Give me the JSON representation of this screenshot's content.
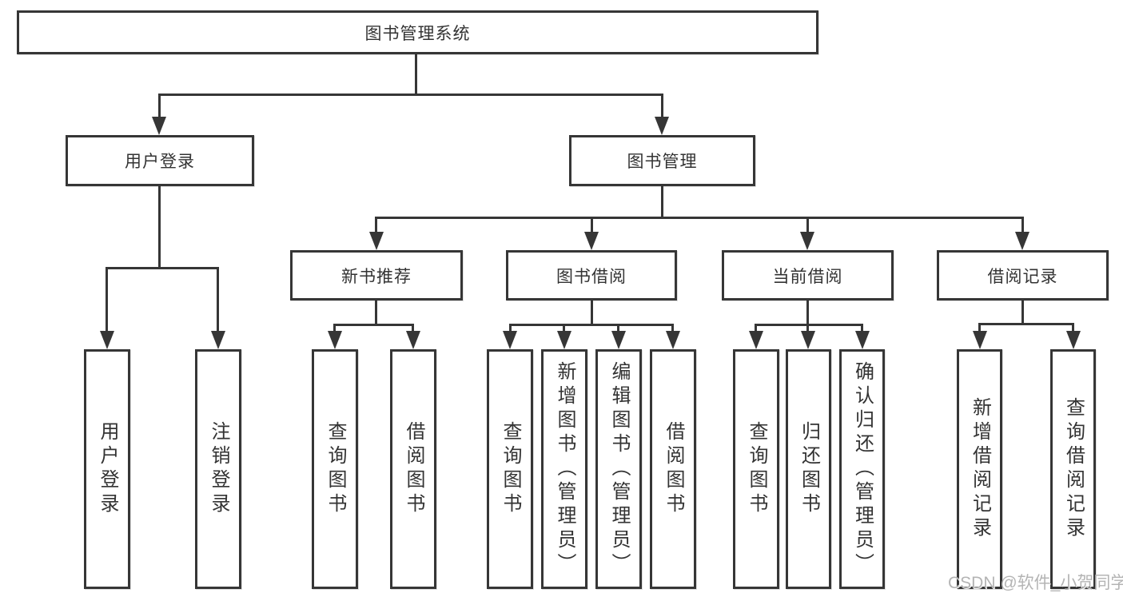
{
  "root": {
    "label": "图书管理系统"
  },
  "user": {
    "label": "用户登录",
    "children": [
      {
        "label": "用户登录"
      },
      {
        "label": "注销登录"
      }
    ]
  },
  "mgmt": {
    "label": "图书管理",
    "groups": [
      {
        "label": "新书推荐",
        "children": [
          {
            "label": "查询图书"
          },
          {
            "label": "借阅图书"
          }
        ]
      },
      {
        "label": "图书借阅",
        "children": [
          {
            "label": "查询图书"
          },
          {
            "label": "新增图书（管理员）"
          },
          {
            "label": "编辑图书（管理员）"
          },
          {
            "label": "借阅图书"
          }
        ]
      },
      {
        "label": "当前借阅",
        "children": [
          {
            "label": "查询图书"
          },
          {
            "label": "归还图书"
          },
          {
            "label": "确认归还（管理员）"
          }
        ]
      },
      {
        "label": "借阅记录",
        "children": [
          {
            "label": "新增借阅记录"
          },
          {
            "label": "查询借阅记录"
          }
        ]
      }
    ]
  },
  "watermark": "CSDN @软件_小贺同学",
  "colors": {
    "line": "#363636",
    "text": "#333333",
    "watermark": "#b4b4b4",
    "background": "#ffffff"
  }
}
